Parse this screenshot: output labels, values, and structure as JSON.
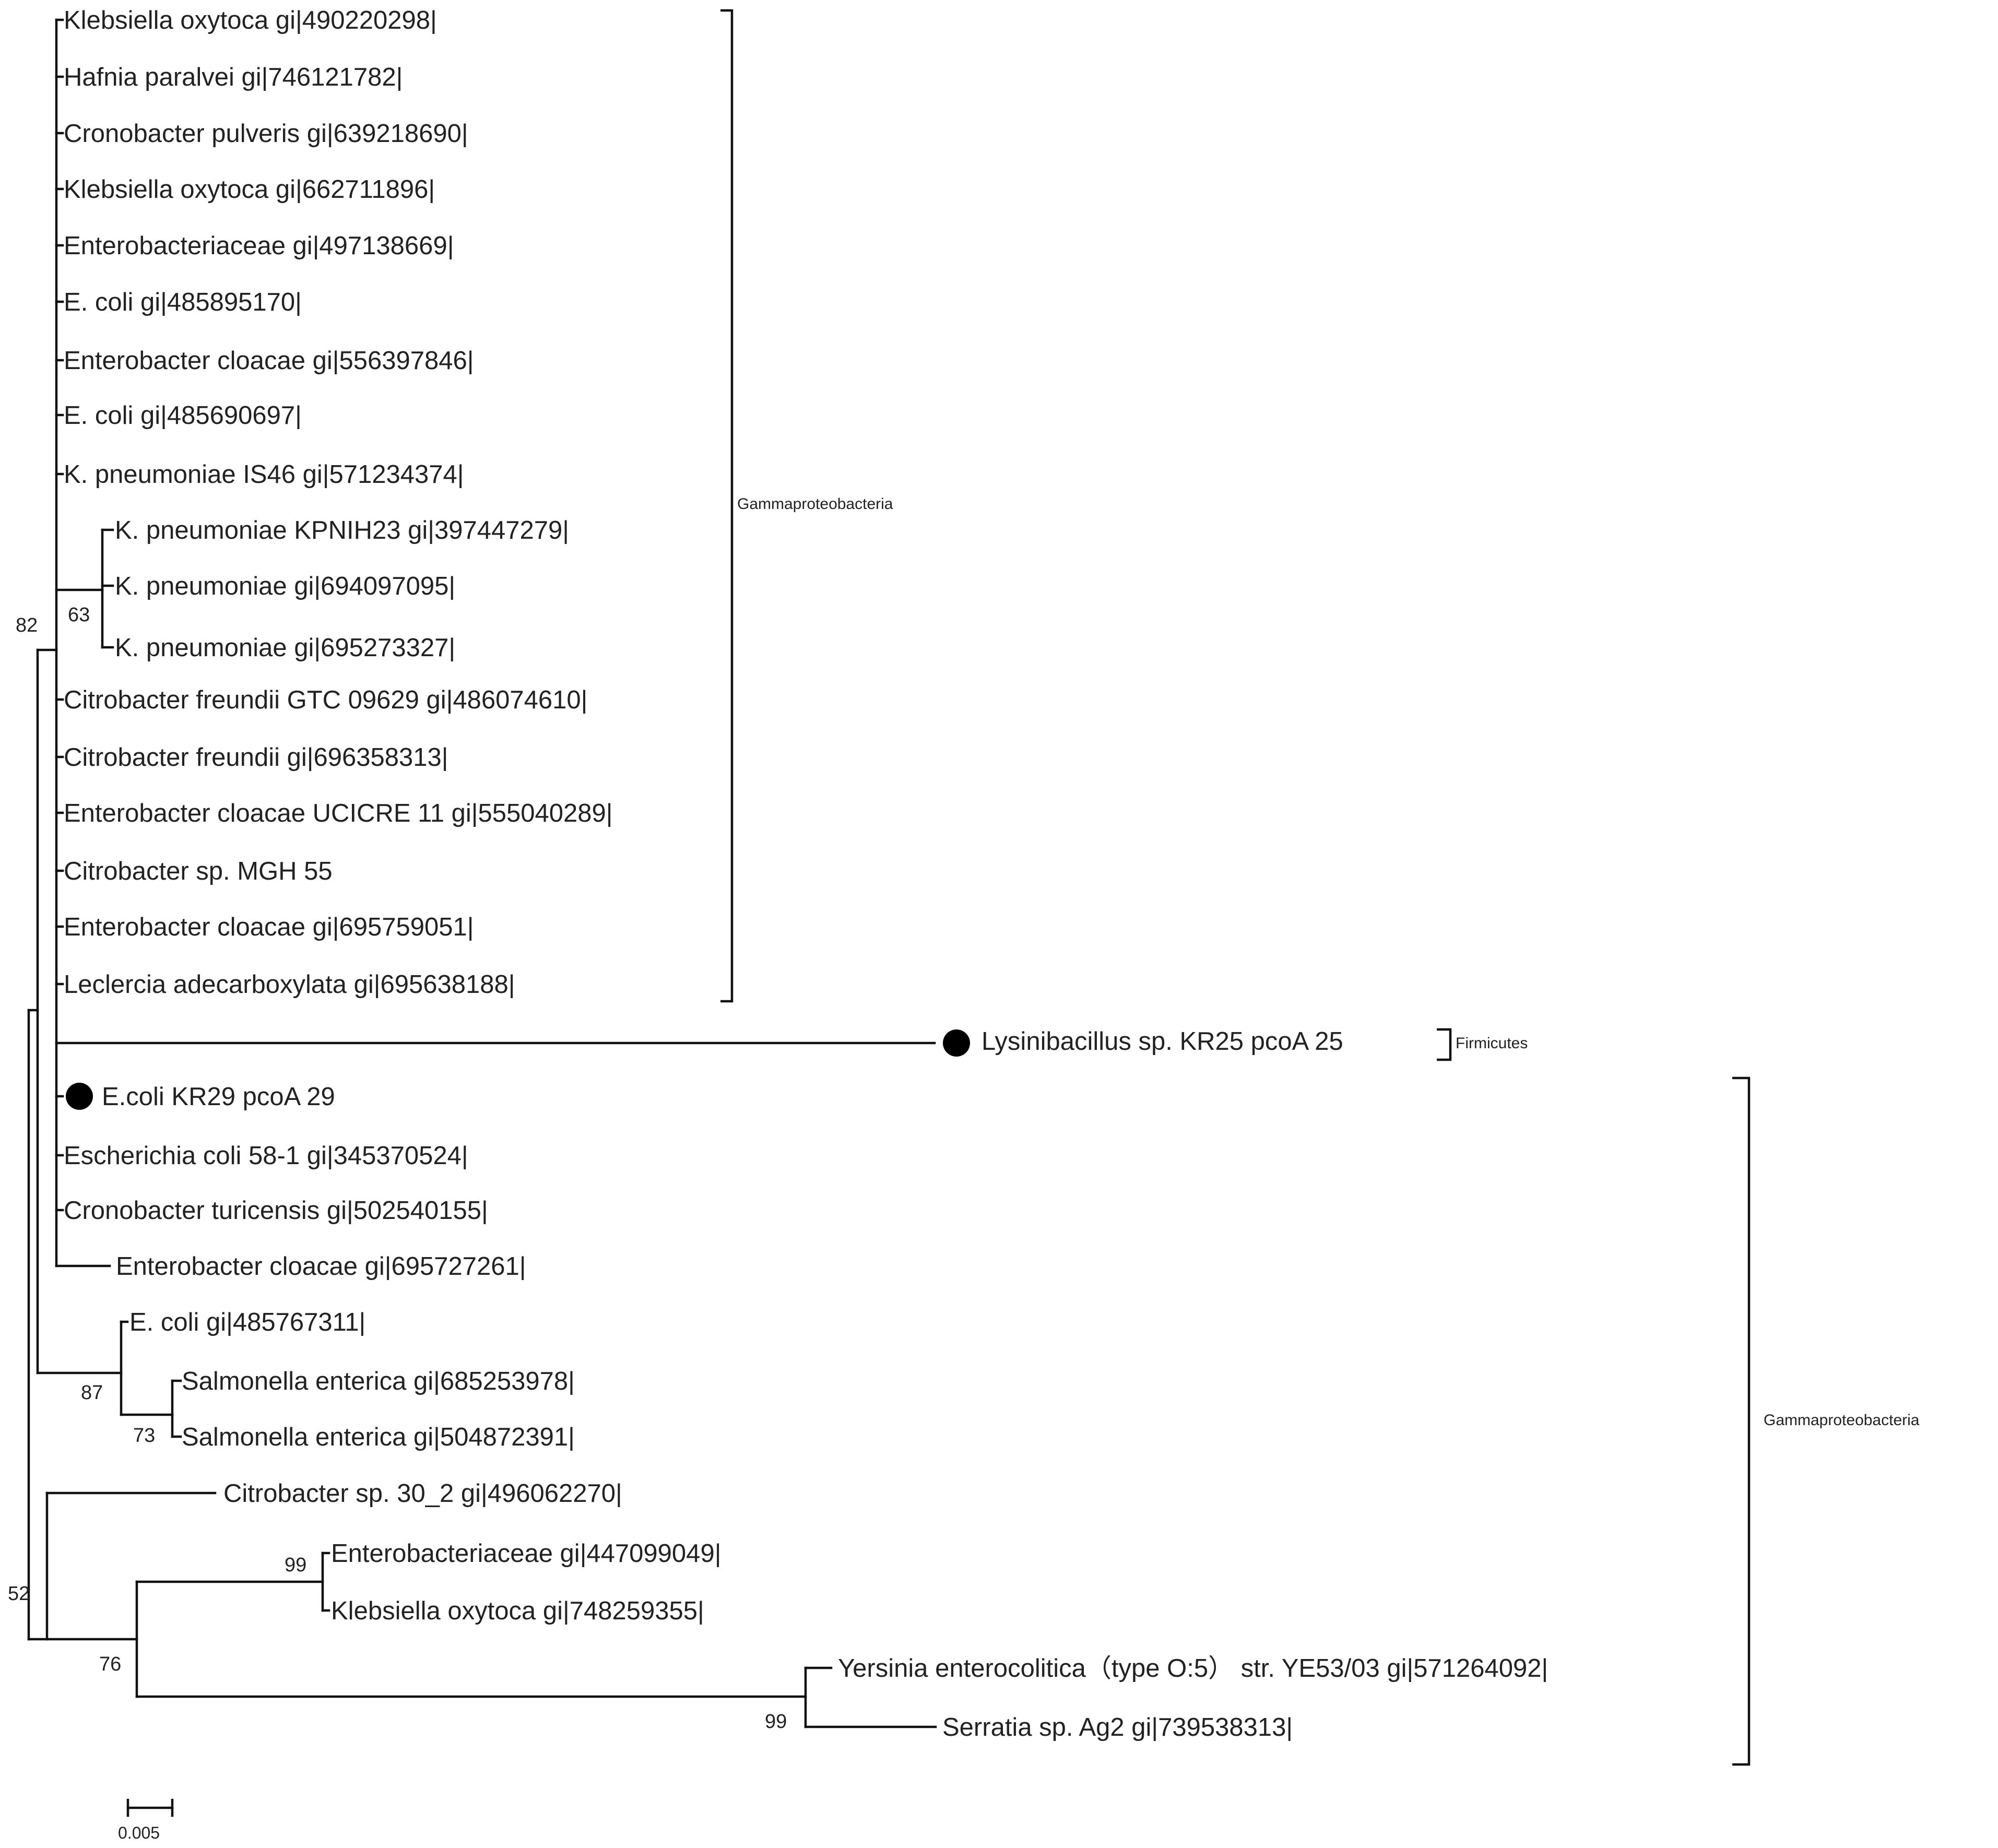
{
  "leaves": [
    "Klebsiella oxytoca gi|490220298|",
    "Hafnia paralvei gi|746121782|",
    "Cronobacter pulveris gi|639218690|",
    "Klebsiella oxytoca gi|662711896|",
    "Enterobacteriaceae gi|497138669|",
    "E. coli gi|485895170|",
    "Enterobacter cloacae gi|556397846|",
    "E. coli gi|485690697|",
    "K. pneumoniae IS46 gi|571234374|",
    "K. pneumoniae KPNIH23 gi|397447279|",
    "K. pneumoniae gi|694097095|",
    "K. pneumoniae gi|695273327|",
    "Citrobacter freundii GTC 09629 gi|486074610|",
    "Citrobacter freundii gi|696358313|",
    "Enterobacter cloacae UCICRE 11 gi|555040289|",
    "Citrobacter sp. MGH 55",
    "Enterobacter cloacae gi|695759051|",
    "Leclercia adecarboxylata gi|695638188|",
    "Lysinibacillus sp. KR25 pcoA 25",
    "E.coli KR29 pcoA 29",
    "Escherichia coli 58-1 gi|345370524|",
    "Cronobacter turicensis gi|502540155|",
    "Enterobacter cloacae gi|695727261|",
    "E. coli gi|485767311|",
    "Salmonella enterica gi|685253978|",
    "Salmonella enterica gi|504872391|",
    "Citrobacter sp. 30_2 gi|496062270|",
    "Enterobacteriaceae gi|447099049|",
    "Klebsiella oxytoca gi|748259355|",
    "Yersinia enterocolitica（type O:5） str. YE53/03 gi|571264092|",
    "Serratia sp. Ag2 gi|739538313|"
  ],
  "bootstrap": [
    "63",
    "82",
    "87",
    "73",
    "52",
    "99",
    "76",
    "99"
  ],
  "clades": [
    "Gammaproteobacteria",
    "Firmicutes",
    "Gammaproteobacteria"
  ],
  "scale_bar": "0.005",
  "colors": {
    "line": "#111111",
    "text": "#222222",
    "marker": "#000000"
  }
}
